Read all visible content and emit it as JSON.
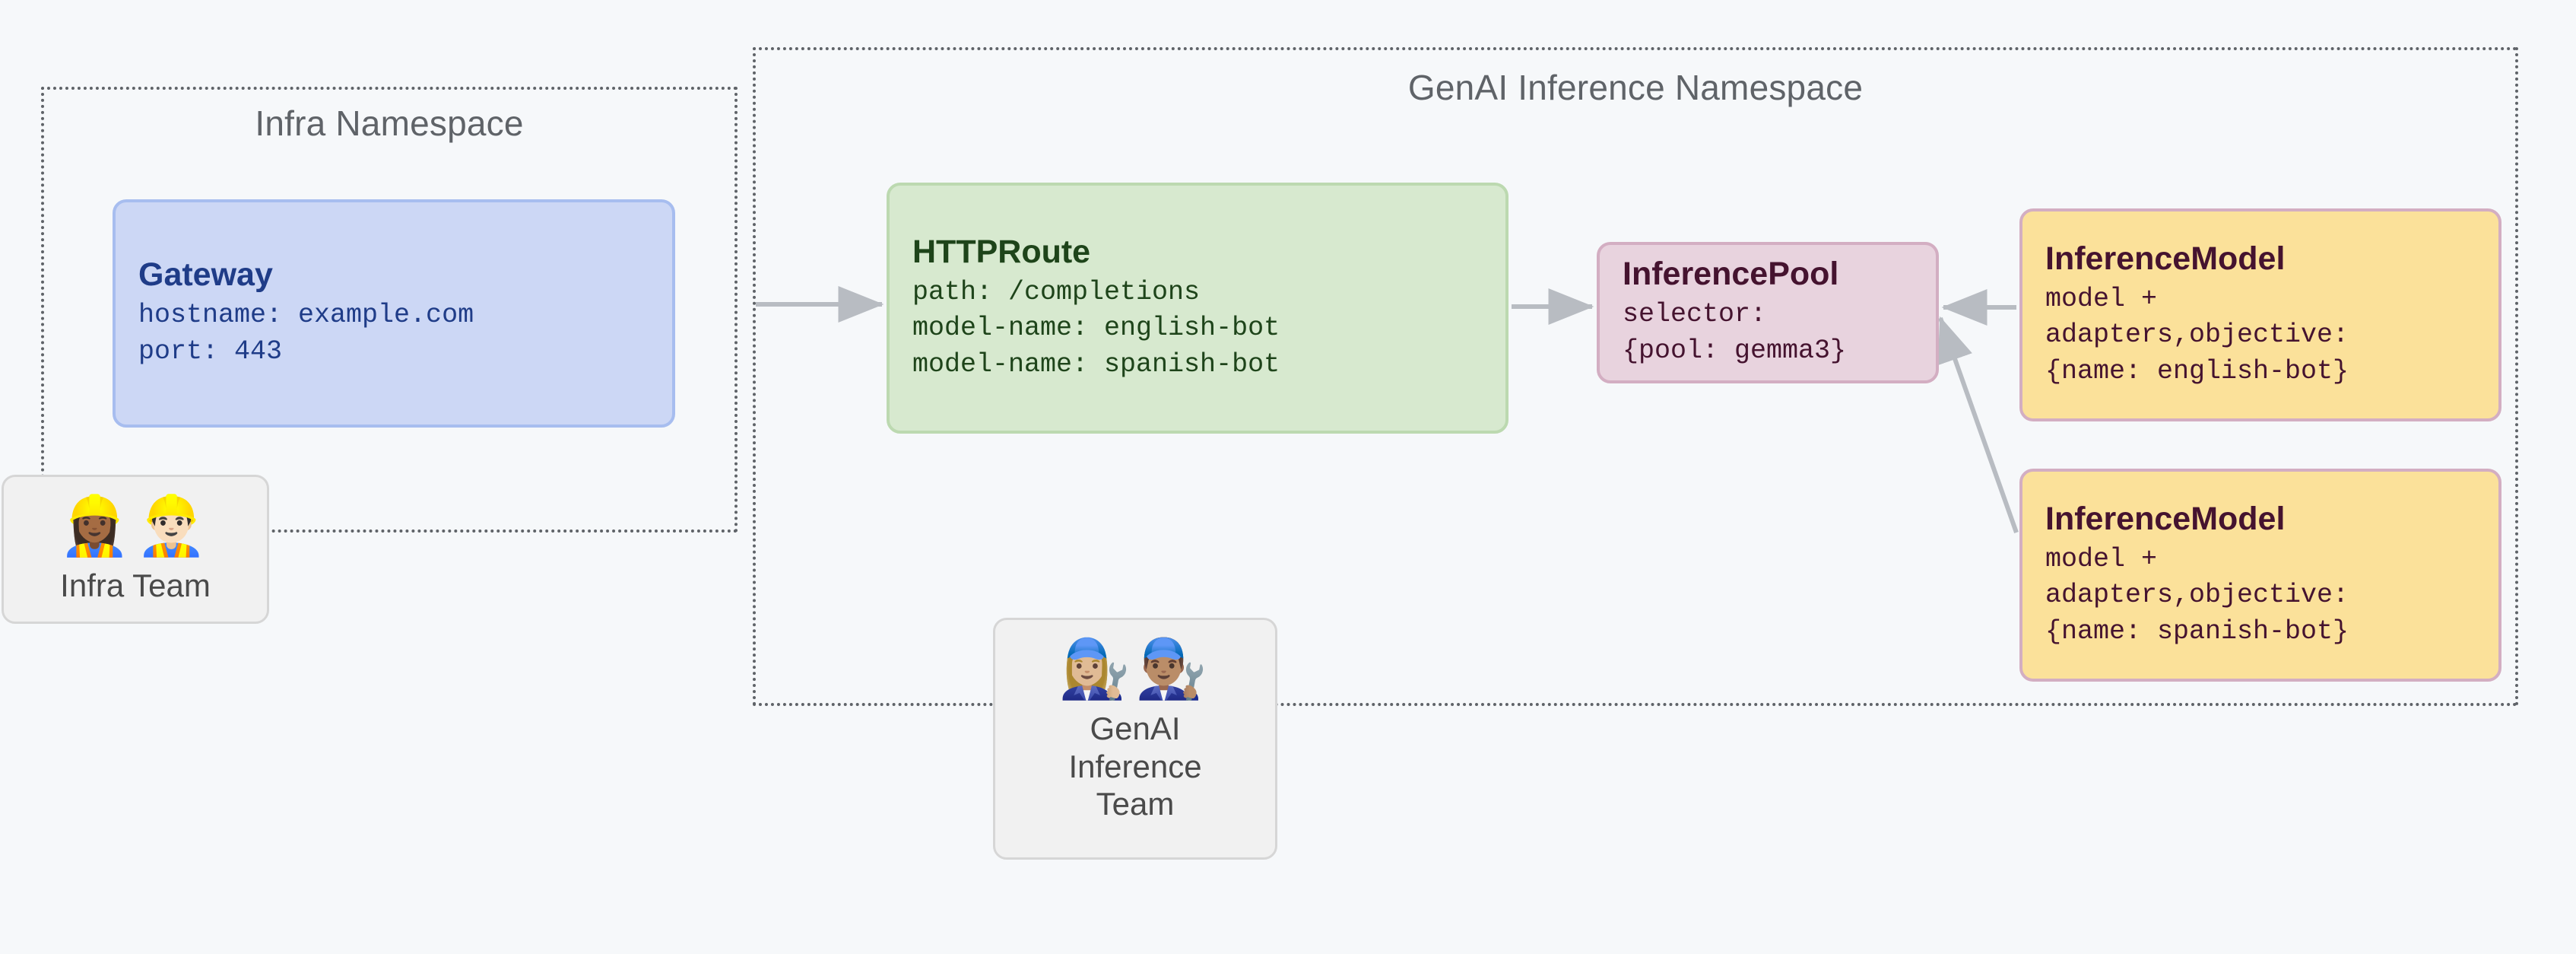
{
  "diagram": {
    "background_color": "#f6f8fa",
    "namespaces": [
      {
        "id": "infra",
        "title": "Infra Namespace"
      },
      {
        "id": "genai",
        "title": "GenAI Inference Namespace"
      }
    ],
    "resources": {
      "gateway": {
        "title": "Gateway",
        "lines": "hostname: example.com\nport: 443",
        "fill": "#ccd7f5",
        "stroke": "#a7bdef",
        "text": "#1f3c88"
      },
      "httproute": {
        "title": "HTTPRoute",
        "lines": "path: /completions\nmodel-name: english-bot\nmodel-name: spanish-bot",
        "fill": "#d7e9cf",
        "stroke": "#bcd9b0",
        "text": "#1e441a"
      },
      "inferencepool": {
        "title": "InferencePool",
        "lines": "selector:\n{pool: gemma3}",
        "fill": "#e8d3de",
        "stroke": "#d3aec2",
        "text": "#45132f"
      },
      "inferencemodel_english": {
        "title": "InferenceModel",
        "lines": "model +\nadapters,objective:\n{name: english-bot}",
        "fill": "#fbe19a",
        "stroke": "#d3aec2",
        "text": "#45132f"
      },
      "inferencemodel_spanish": {
        "title": "InferenceModel",
        "lines": "model +\nadapters,objective:\n{name: spanish-bot}",
        "fill": "#fbe19a",
        "stroke": "#d3aec2",
        "text": "#45132f"
      }
    },
    "teams": {
      "infra": {
        "label": "Infra Team",
        "emojis": "👷🏾‍♀️👷🏻‍♂️"
      },
      "genai": {
        "label": "GenAI\nInference\nTeam",
        "emojis": "👩🏼‍🔧👨🏽‍🔧"
      }
    },
    "connectors": [
      {
        "name": "gateway-to-httproute",
        "from": "Gateway",
        "to": "HTTPRoute",
        "style": "arrow"
      },
      {
        "name": "httproute-to-inferencepool",
        "from": "HTTPRoute",
        "to": "InferencePool",
        "style": "arrow"
      },
      {
        "name": "inferencemodel-english-to-inferencepool",
        "from": "InferenceModel (english-bot)",
        "to": "InferencePool",
        "style": "arrow"
      },
      {
        "name": "inferencemodel-spanish-to-inferencepool",
        "from": "InferenceModel (spanish-bot)",
        "to": "InferencePool",
        "style": "arrow"
      }
    ],
    "arrow_color": "#b8bcc2"
  }
}
